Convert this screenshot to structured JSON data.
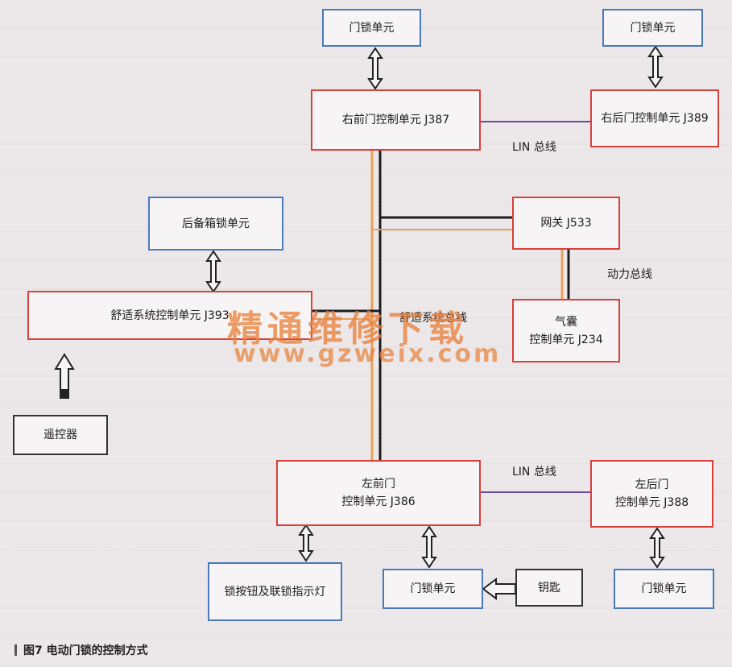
{
  "nodes": {
    "door_lock_rf": "门锁单元",
    "door_lock_rr": "门锁单元",
    "right_front_ctrl": "右前门控制单元 J387",
    "right_rear_ctrl": "右后门控制单元 J389",
    "trunk_lock": "后备箱锁单元",
    "gateway": "网关 J533",
    "comfort_ctrl": "舒适系统控制单元 J393",
    "airbag_ctrl": "气囊\n控制单元 J234",
    "remote": "遥控器",
    "left_front_ctrl": "左前门\n控制单元 J386",
    "left_rear_ctrl": "左后门\n控制单元 J388",
    "lock_button": "锁按钮及联锁指示灯",
    "door_lock_lf": "门锁单元",
    "key": "钥匙",
    "door_lock_lr": "门锁单元"
  },
  "labels": {
    "lin_top": "LIN 总线",
    "lin_bottom": "LIN 总线",
    "power_bus": "动力总线",
    "comfort_bus": "舒适系统总线"
  },
  "watermark": {
    "text": "精通维修下载",
    "url": "www.gzweix.com"
  },
  "caption": "图7  电动门锁的控制方式",
  "colors": {
    "box_blue": "#4a79b8",
    "box_red": "#d9403a",
    "wire_orange": "#e8a15a",
    "wire_black": "#1c1c1c",
    "wire_purple": "#6a4a9e"
  }
}
